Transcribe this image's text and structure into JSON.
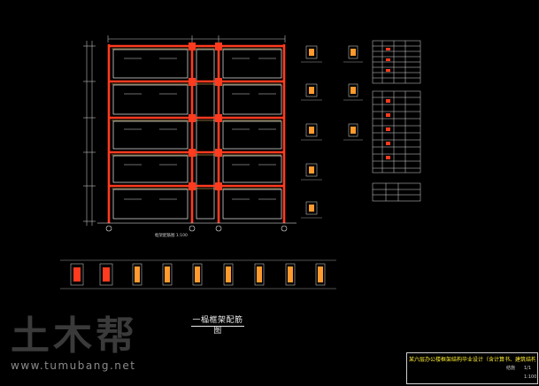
{
  "drawing": {
    "caption": "一榀框架配筋图",
    "frame_label": "框架配筋图  1:100"
  },
  "watermark": {
    "brand_cn": "土木帮",
    "url": "www.tumubang.net"
  },
  "title_block": {
    "title": "某六层办公楼框架结构毕业设计（含计算书、建筑结构图）",
    "drawing_no": "结施",
    "sheet": "1/1",
    "scale": "1:100"
  },
  "colors": {
    "background": "#000000",
    "frame_lines": "#ffffff",
    "beam_column": "#ff3b1f",
    "rebar_highlight": "#ff9a2e",
    "text_yellow": "#ffee33",
    "dimension": "#c8c8c8"
  }
}
